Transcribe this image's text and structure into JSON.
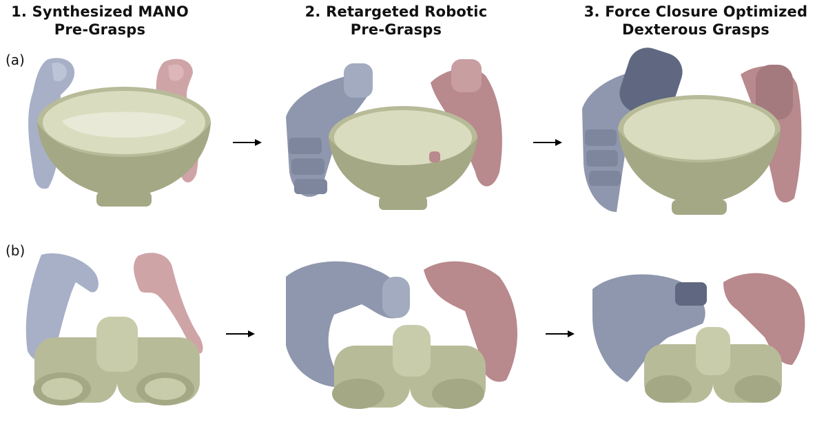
{
  "columns": [
    {
      "line1": "1. Synthesized MANO",
      "line2": "Pre-Grasps"
    },
    {
      "line1": "2. Retargeted Robotic",
      "line2": "Pre-Grasps"
    },
    {
      "line1": "3. Force Closure Optimized",
      "line2": "Dexterous Grasps"
    }
  ],
  "rows": [
    {
      "label": "(a)",
      "object": "bowl"
    },
    {
      "label": "(b)",
      "object": "binoculars"
    }
  ],
  "colors": {
    "left_hand": "#a7b0c7",
    "right_hand": "#cfa4a6",
    "object": "#c9ccab",
    "robot_left": "#8e97ad",
    "robot_right": "#b8898d",
    "arrow": "#000000"
  }
}
